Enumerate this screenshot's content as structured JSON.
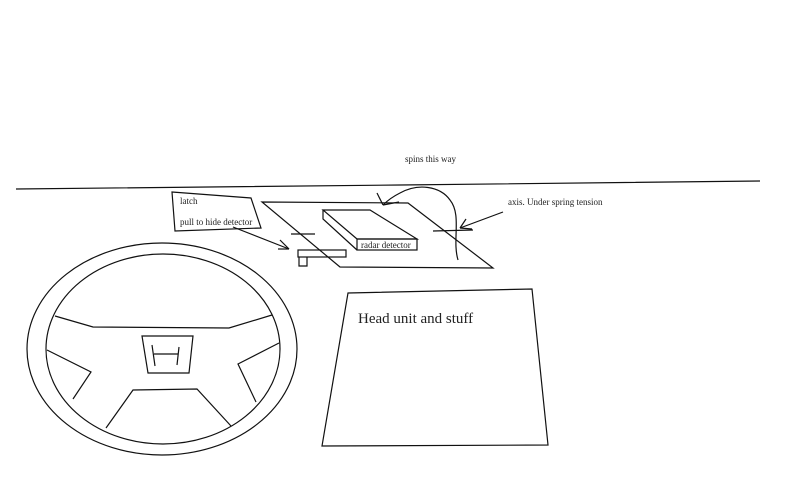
{
  "labels": {
    "spins": "spins this way",
    "latch": "latch",
    "pull": "pull to hide detector",
    "radar": "radar detector",
    "axis": "axis.  Under spring tension",
    "head_unit": "Head unit and stuff"
  },
  "colors": {
    "ink": "#111111",
    "background": "#ffffff"
  }
}
